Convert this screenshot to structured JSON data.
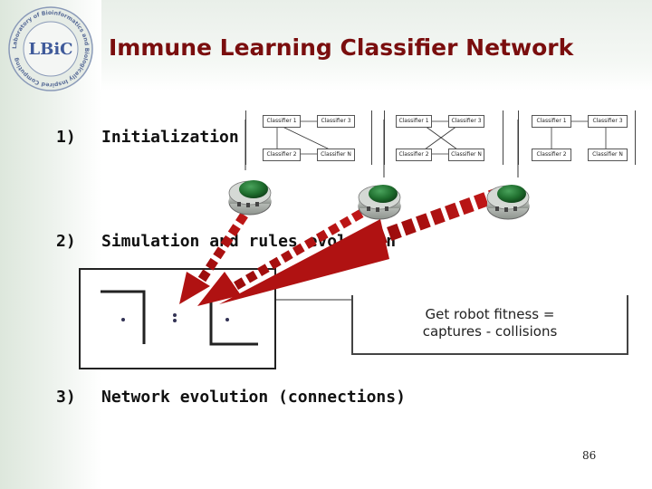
{
  "slide": {
    "title": "Immune Learning Classifier Network",
    "page_number": "86"
  },
  "logo": {
    "text": "LBiC",
    "ring_text": "Laboratory of Bioinformatics and Biologically Inspired Computing"
  },
  "steps": [
    {
      "number": "1)",
      "label": "Initialization"
    },
    {
      "number": "2)",
      "label": "Simulation and rules evolution"
    },
    {
      "number": "3)",
      "label": "Network evolution (connections)"
    }
  ],
  "networks": [
    {
      "nodes": [
        "Classifier 1",
        "Classifier 3",
        "Classifier 2",
        "Classifier N"
      ]
    },
    {
      "nodes": [
        "Classifier 1",
        "Classifier 3",
        "Classifier 2",
        "Classifier N"
      ]
    },
    {
      "nodes": [
        "Classifier 1",
        "Classifier 3",
        "Classifier 2",
        "Classifier N"
      ]
    }
  ],
  "fitness": {
    "line1": "Get robot fitness =",
    "line2": "captures - collisions"
  },
  "colors": {
    "title": "#7a0e0e",
    "arrow": "#b01212",
    "robot_dome": "#1f6e2e"
  }
}
